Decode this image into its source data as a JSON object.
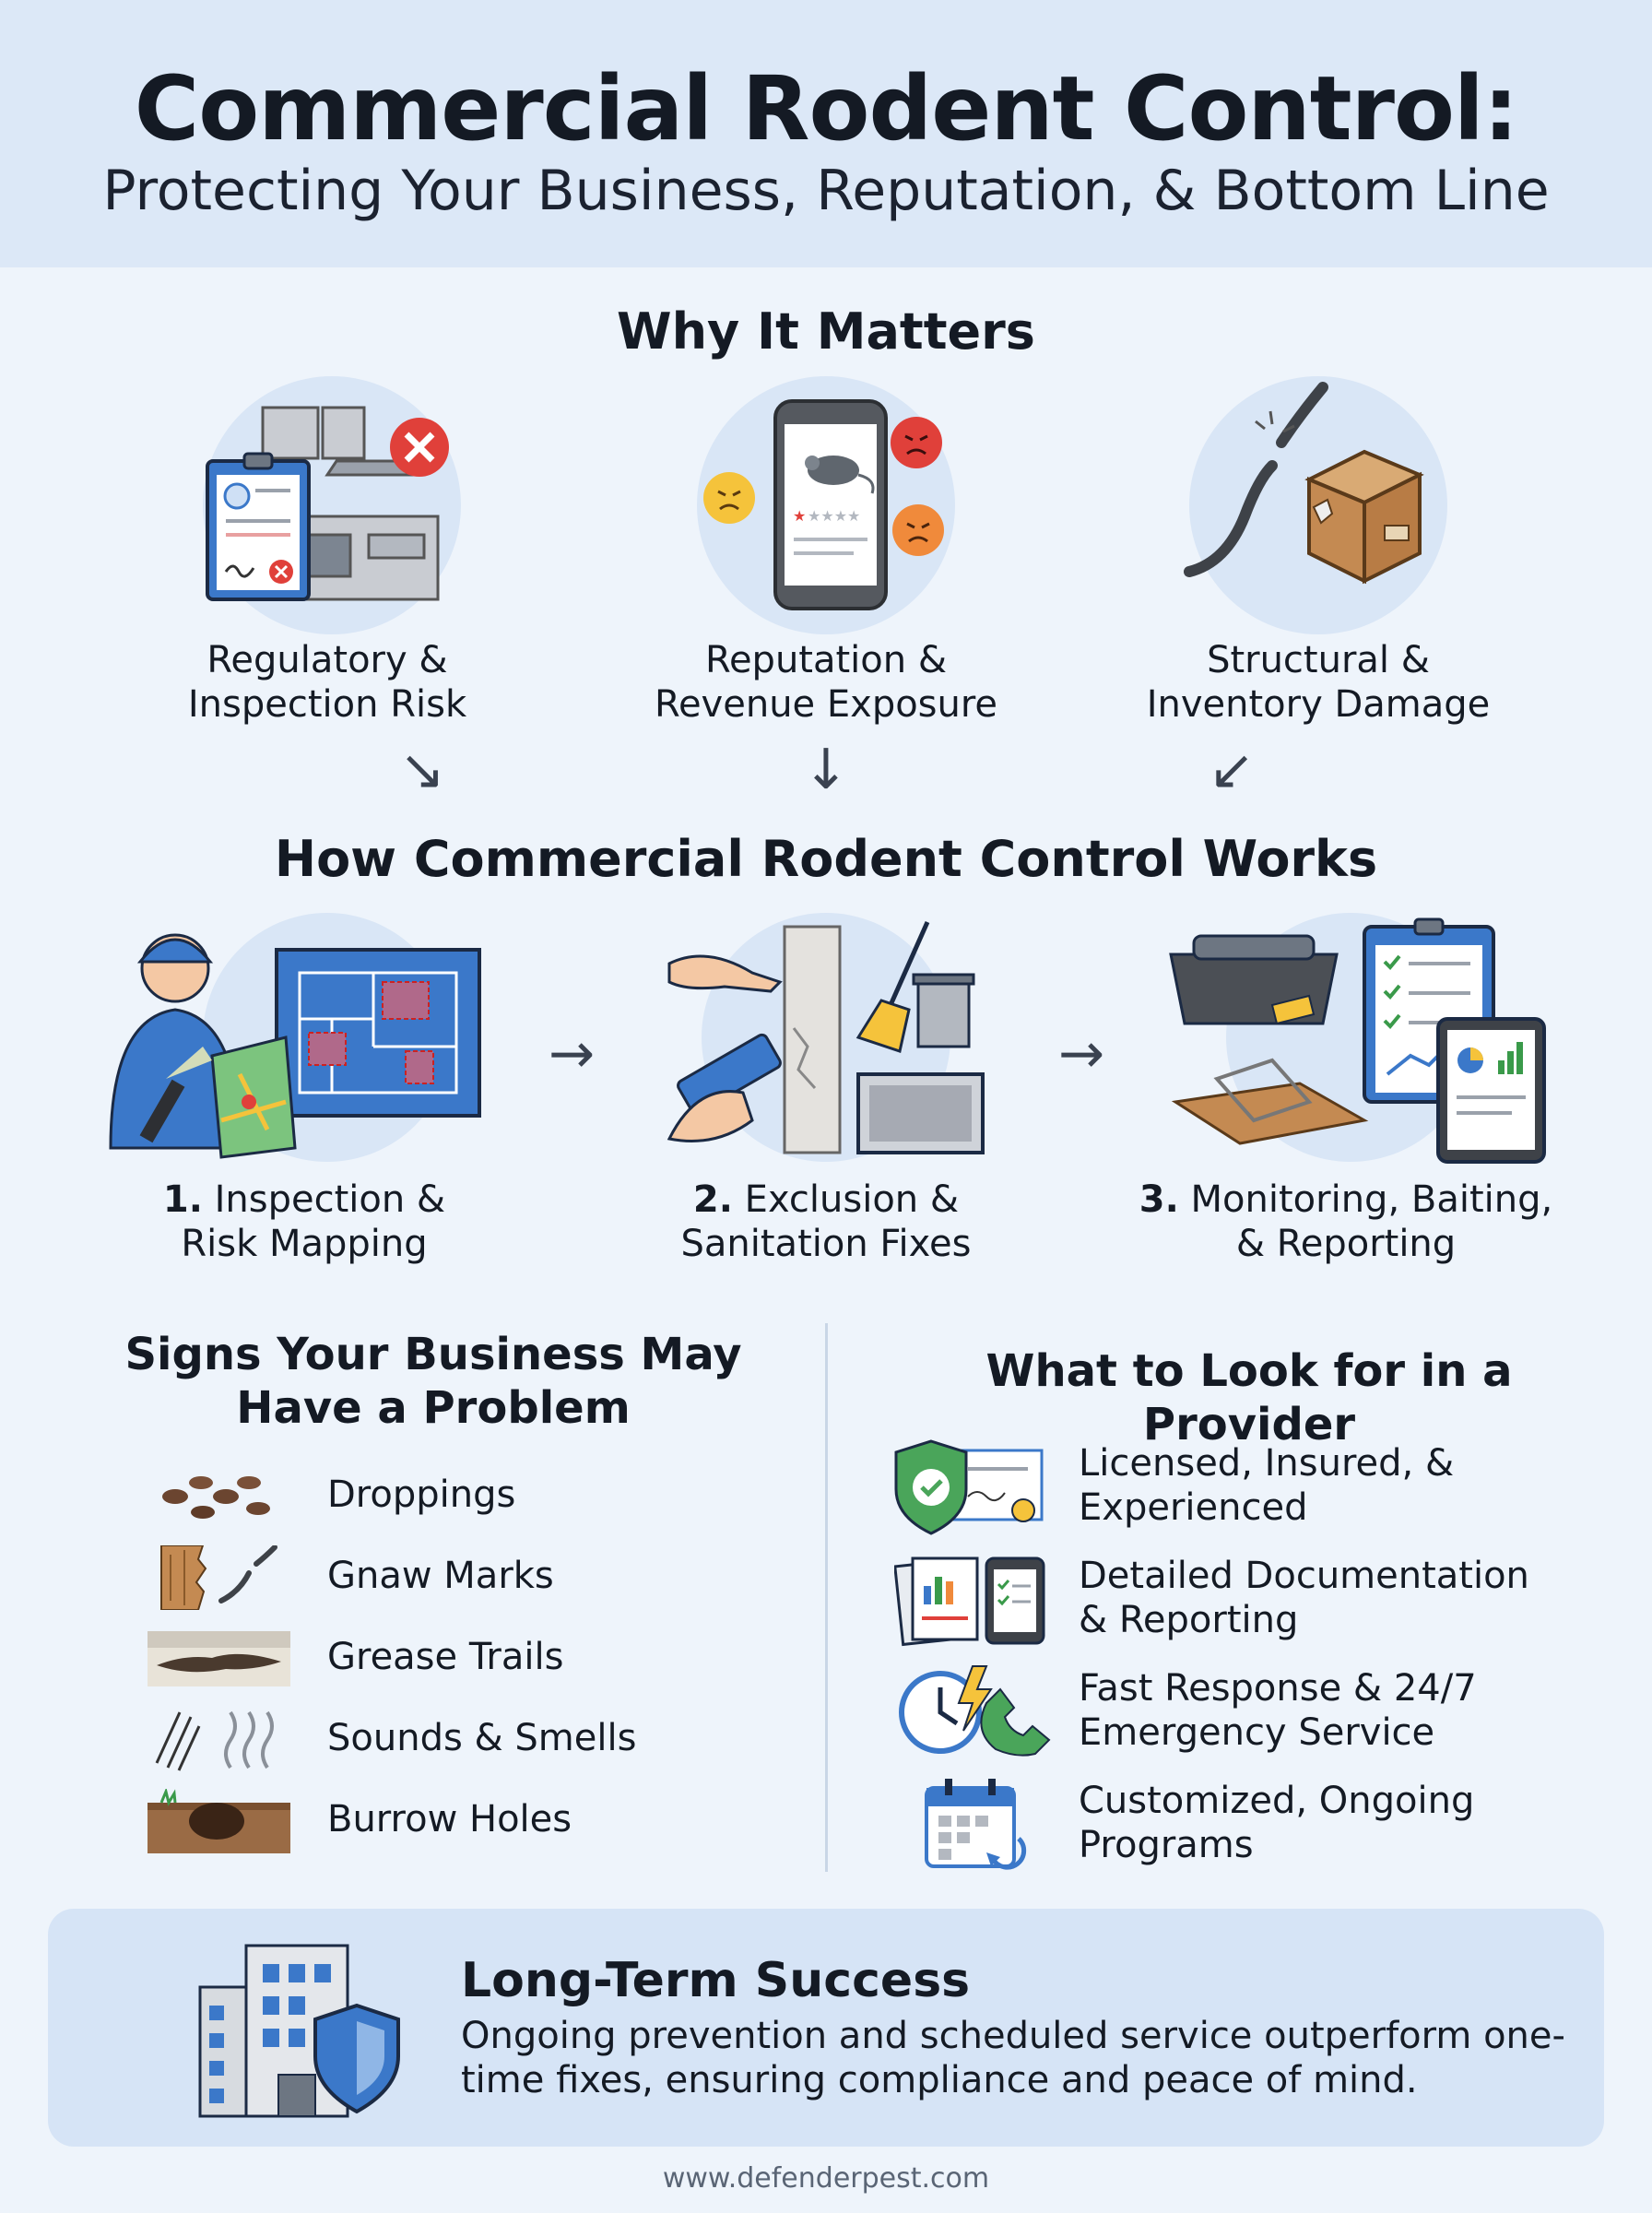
{
  "header": {
    "title": "Commercial Rodent Control:",
    "subtitle": "Protecting Your Business, Reputation, & Bottom Line"
  },
  "why": {
    "title": "Why It Matters",
    "items": [
      {
        "label": "Regulatory &\nInspection Risk",
        "icon": "clipboard-kitchen-fail-icon"
      },
      {
        "label": "Reputation &\nRevenue Exposure",
        "icon": "phone-bad-review-icon"
      },
      {
        "label": "Structural &\nInventory Damage",
        "icon": "chewed-wire-box-icon"
      }
    ]
  },
  "how": {
    "title": "How Commercial Rodent Control Works",
    "steps": [
      {
        "num": "1.",
        "label": " Inspection &\nRisk Mapping",
        "icon": "technician-floorplan-icon"
      },
      {
        "num": "2.",
        "label": " Exclusion &\nSanitation Fixes",
        "icon": "sealing-sanitation-icon"
      },
      {
        "num": "3.",
        "label": " Monitoring, Baiting,\n& Reporting",
        "icon": "bait-station-report-icon"
      }
    ]
  },
  "signs": {
    "title": "Signs Your Business May\nHave a Problem",
    "items": [
      {
        "label": "Droppings",
        "icon": "droppings-icon"
      },
      {
        "label": "Gnaw Marks",
        "icon": "gnaw-marks-icon"
      },
      {
        "label": "Grease Trails",
        "icon": "grease-trail-icon"
      },
      {
        "label": "Sounds & Smells",
        "icon": "sounds-smells-icon"
      },
      {
        "label": "Burrow Holes",
        "icon": "burrow-hole-icon"
      }
    ]
  },
  "provider": {
    "title": "What to Look for in a Provider",
    "items": [
      {
        "label": "Licensed, Insured, &\nExperienced",
        "icon": "shield-certificate-icon"
      },
      {
        "label": "Detailed Documentation\n& Reporting",
        "icon": "documents-tablet-icon"
      },
      {
        "label": "Fast Response & 24/7\nEmergency Service",
        "icon": "clock-phone-icon"
      },
      {
        "label": "Customized, Ongoing\nPrograms",
        "icon": "calendar-recurring-icon"
      }
    ]
  },
  "success": {
    "title": "Long-Term Success",
    "body": "Ongoing prevention and scheduled service outperform one-time fixes, ensuring compliance and peace of mind."
  },
  "footer": "www.defenderpest.com",
  "colors": {
    "accent": "#3b78c9",
    "background": "#eef4fb",
    "header": "#dce8f7",
    "error": "#e0403a"
  }
}
